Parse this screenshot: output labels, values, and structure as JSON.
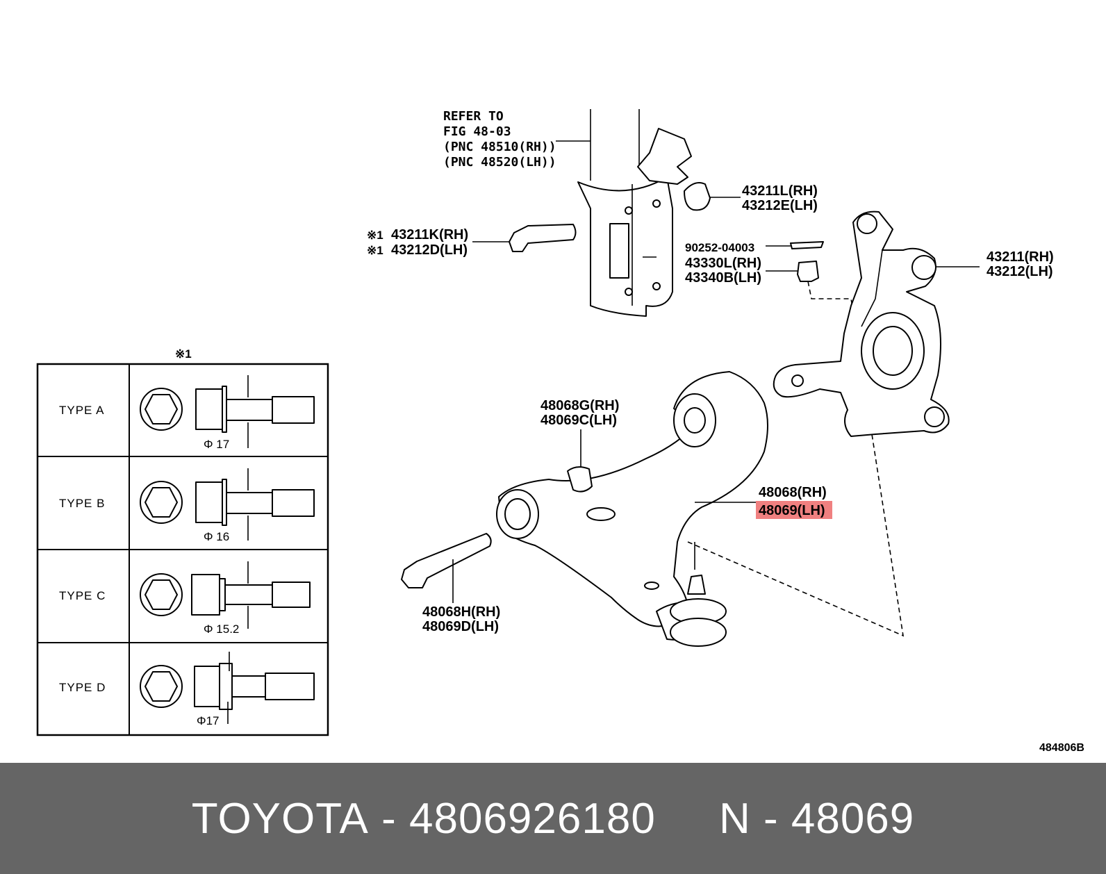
{
  "diagram": {
    "refer_note": [
      "REFER TO",
      "FIG 48-03",
      "(PNC 48510(RH))",
      "(PNC 48520(LH))"
    ],
    "callouts": {
      "c43211L": "43211L(RH)",
      "c43212E": "43212E(LH)",
      "c43211K": "43211K(RH)",
      "c43212D": "43212D(LH)",
      "c90252": "90252-04003",
      "c43330L": "43330L(RH)",
      "c43340B": "43340B(LH)",
      "c43211": "43211(RH)",
      "c43212": "43212(LH)",
      "c48068G": "48068G(RH)",
      "c48069C": "48069C(LH)",
      "c48068": "48068(RH)",
      "c48069": "48069(LH)",
      "c48068H": "48068H(RH)",
      "c48069D": "48069D(LH)"
    },
    "mark": "※1",
    "mark_small": "※1",
    "highlight_color": "#f08080",
    "diagram_code": "484806B"
  },
  "types_table": {
    "header": "※1",
    "rows": [
      {
        "type": "TYPE  A",
        "dim": "Φ 17"
      },
      {
        "type": "TYPE  B",
        "dim": "Φ 16"
      },
      {
        "type": "TYPE  C",
        "dim": "Φ 15.2"
      },
      {
        "type": "TYPE  D",
        "dim": "Φ17"
      }
    ]
  },
  "footer": {
    "brand": "TOYOTA",
    "separator": " - ",
    "part_number": "4806926180",
    "n_label": "N",
    "pnc": "48069"
  }
}
